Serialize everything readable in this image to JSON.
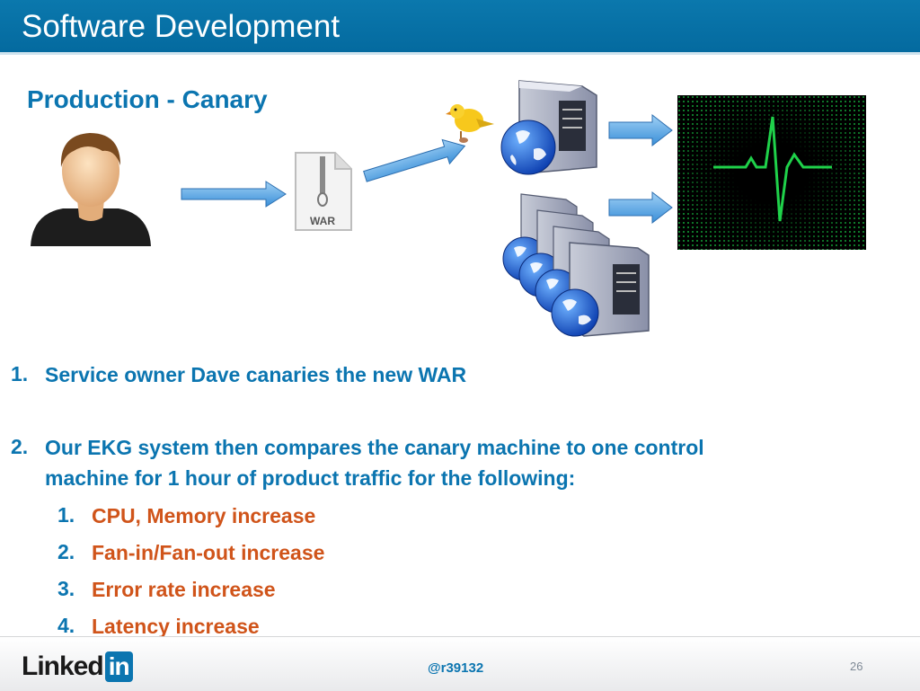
{
  "header": {
    "title": "Software Development"
  },
  "slide": {
    "subtitle": "Production - Canary"
  },
  "diagram": {
    "war_label": "WAR",
    "icons": [
      "user-icon",
      "arrow-right-icon",
      "war-file-icon",
      "canary-bird-icon",
      "server-globe-icon",
      "server-cluster-icon",
      "ekg-monitor-icon"
    ]
  },
  "list": {
    "items": [
      {
        "num": "1.",
        "text": "Service owner Dave canaries the new WAR"
      },
      {
        "num": "2.",
        "line1": "Our EKG system then compares the canary machine to one control",
        "line2": "machine for 1 hour of product traffic for the following:"
      }
    ],
    "subitems": [
      {
        "num": "1.",
        "text": "CPU, Memory increase"
      },
      {
        "num": "2.",
        "text": "Fan-in/Fan-out increase"
      },
      {
        "num": "3.",
        "text": "Error rate increase"
      },
      {
        "num": "4.",
        "text": "Latency increase"
      }
    ]
  },
  "footer": {
    "logo_text": "Linked",
    "logo_in": "in",
    "handle": "@r39132",
    "page": "26"
  },
  "colors": {
    "accent": "#0b75b0",
    "sub_accent": "#d0541a",
    "ekg_green": "#1fd14a"
  }
}
